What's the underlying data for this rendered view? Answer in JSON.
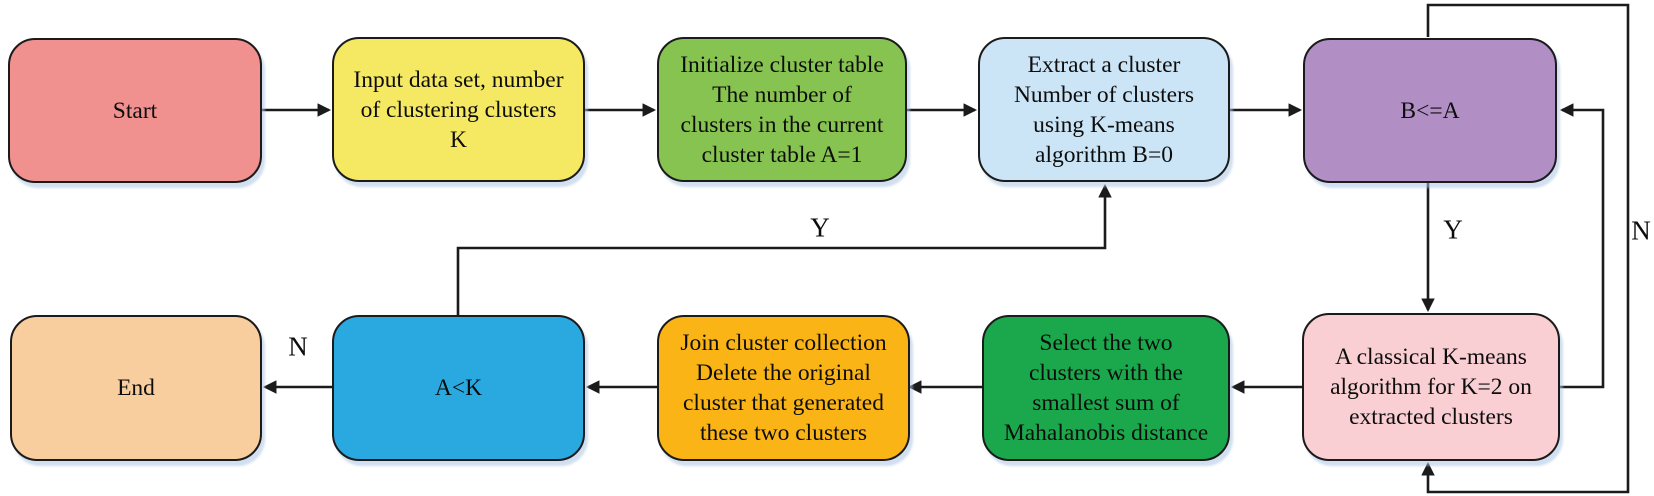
{
  "canvas": {
    "background": "#ffffff",
    "line_color": "#1b1b1b"
  },
  "nodes": {
    "start": {
      "label": "Start",
      "color": "#F0918F"
    },
    "input": {
      "label": "Input data set, number\nof clustering clusters\nK",
      "color": "#F5E863"
    },
    "init": {
      "label": "Initialize cluster table\nThe number of\nclusters in the current\ncluster table A=1",
      "color": "#87C351"
    },
    "extract": {
      "label": "Extract a cluster\nNumber of clusters\nusing K-means\nalgorithm B=0",
      "color": "#CBE5F6"
    },
    "check_b": {
      "label": "B<=A",
      "color": "#B18EC4"
    },
    "kmeans2": {
      "label": "A classical K-means\nalgorithm for K=2 on\nextracted clusters",
      "color": "#F9CFD3"
    },
    "select": {
      "label": "Select the two\nclusters with the\nsmallest sum of\nMahalanobis distance",
      "color": "#1BA84C"
    },
    "join": {
      "label": "Join cluster collection\nDelete the original\ncluster that generated\nthese two clusters",
      "color": "#FBB416"
    },
    "check_a": {
      "label": "A<K",
      "color": "#2AA9E0"
    },
    "end": {
      "label": "End",
      "color": "#F9CE9F"
    }
  },
  "edge_labels": {
    "check_b_yes": "Y",
    "check_b_no": "N",
    "check_a_yes": "Y",
    "check_a_no": "N"
  }
}
